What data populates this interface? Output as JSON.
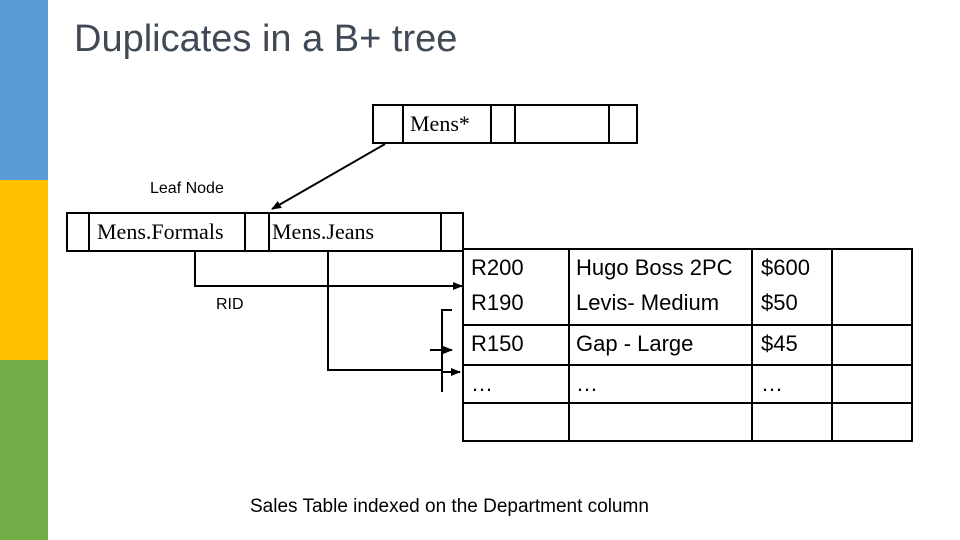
{
  "title": "Duplicates in a B+ tree",
  "accent_colors": {
    "blue": "#5b9bd5",
    "yellow": "#ffc000",
    "green": "#70ad47"
  },
  "root_node": {
    "key": "Mens*"
  },
  "leaf_node": {
    "label": "Leaf Node",
    "keys": [
      "Mens.Formals",
      "Mens.Jeans"
    ]
  },
  "rid_label": "RID",
  "sales_table": {
    "rows": [
      {
        "rid": "R200",
        "item": "Hugo Boss 2PC",
        "price": "$600"
      },
      {
        "rid": "R190",
        "item": "Levis- Medium",
        "price": "$50"
      },
      {
        "rid": "R150",
        "item": "Gap - Large",
        "price": "$45"
      },
      {
        "rid": "…",
        "item": "…",
        "price": "…"
      },
      {
        "rid": "",
        "item": "",
        "price": ""
      }
    ],
    "caption": "Sales Table indexed on the Department column"
  }
}
